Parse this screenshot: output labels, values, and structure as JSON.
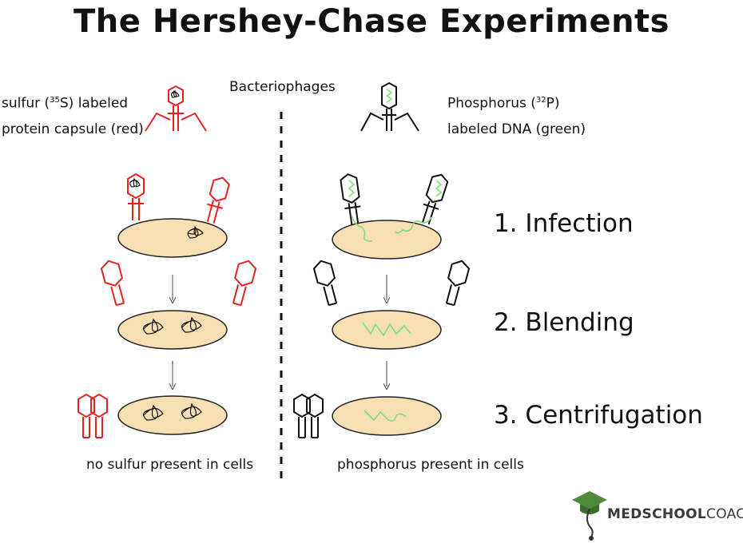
{
  "title": "The Hershey-Chase Experiments",
  "header": {
    "bacteriophages": "Bacteriophages",
    "left_label_pre": "sulfur (",
    "left_sup": "35",
    "left_label_post": "S) labeled",
    "left_label_line2": "protein capsule (red)",
    "right_label_pre": "Phosphorus (",
    "right_sup": "32",
    "right_label_post": "P)",
    "right_label_line2": "labeled DNA (green)"
  },
  "steps": {
    "infection": "1. Infection",
    "blending": "2. Blending",
    "centrifugation": "3. Centrifugation"
  },
  "cells": {
    "left": "cell",
    "right": "cell"
  },
  "captions": {
    "left": "no sulfur present in cells",
    "right": "phosphorus present in cells"
  },
  "logo": {
    "bold": "MEDSCHOOL",
    "thin": "COACH",
    "icon": "graduation-cap-stethoscope-icon"
  },
  "colors": {
    "protein": "#e52222",
    "dna": "#7ee07a",
    "cell_fill": "#f7dfb3",
    "cell_stroke": "#222222",
    "logo_green": "#4e8a3a"
  }
}
